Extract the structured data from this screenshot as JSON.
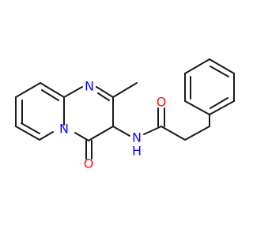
{
  "molecule": {
    "colors": {
      "bond": "#1a1a1a",
      "nitrogen": "#0a0aff",
      "oxygen": "#ff0d0d"
    },
    "atom_labels": {
      "ring_n_top": "N",
      "ring_n_bridge": "N",
      "amide_nh": "N",
      "amide_h": "H",
      "ketone_o": "O",
      "amide_o": "O"
    }
  }
}
